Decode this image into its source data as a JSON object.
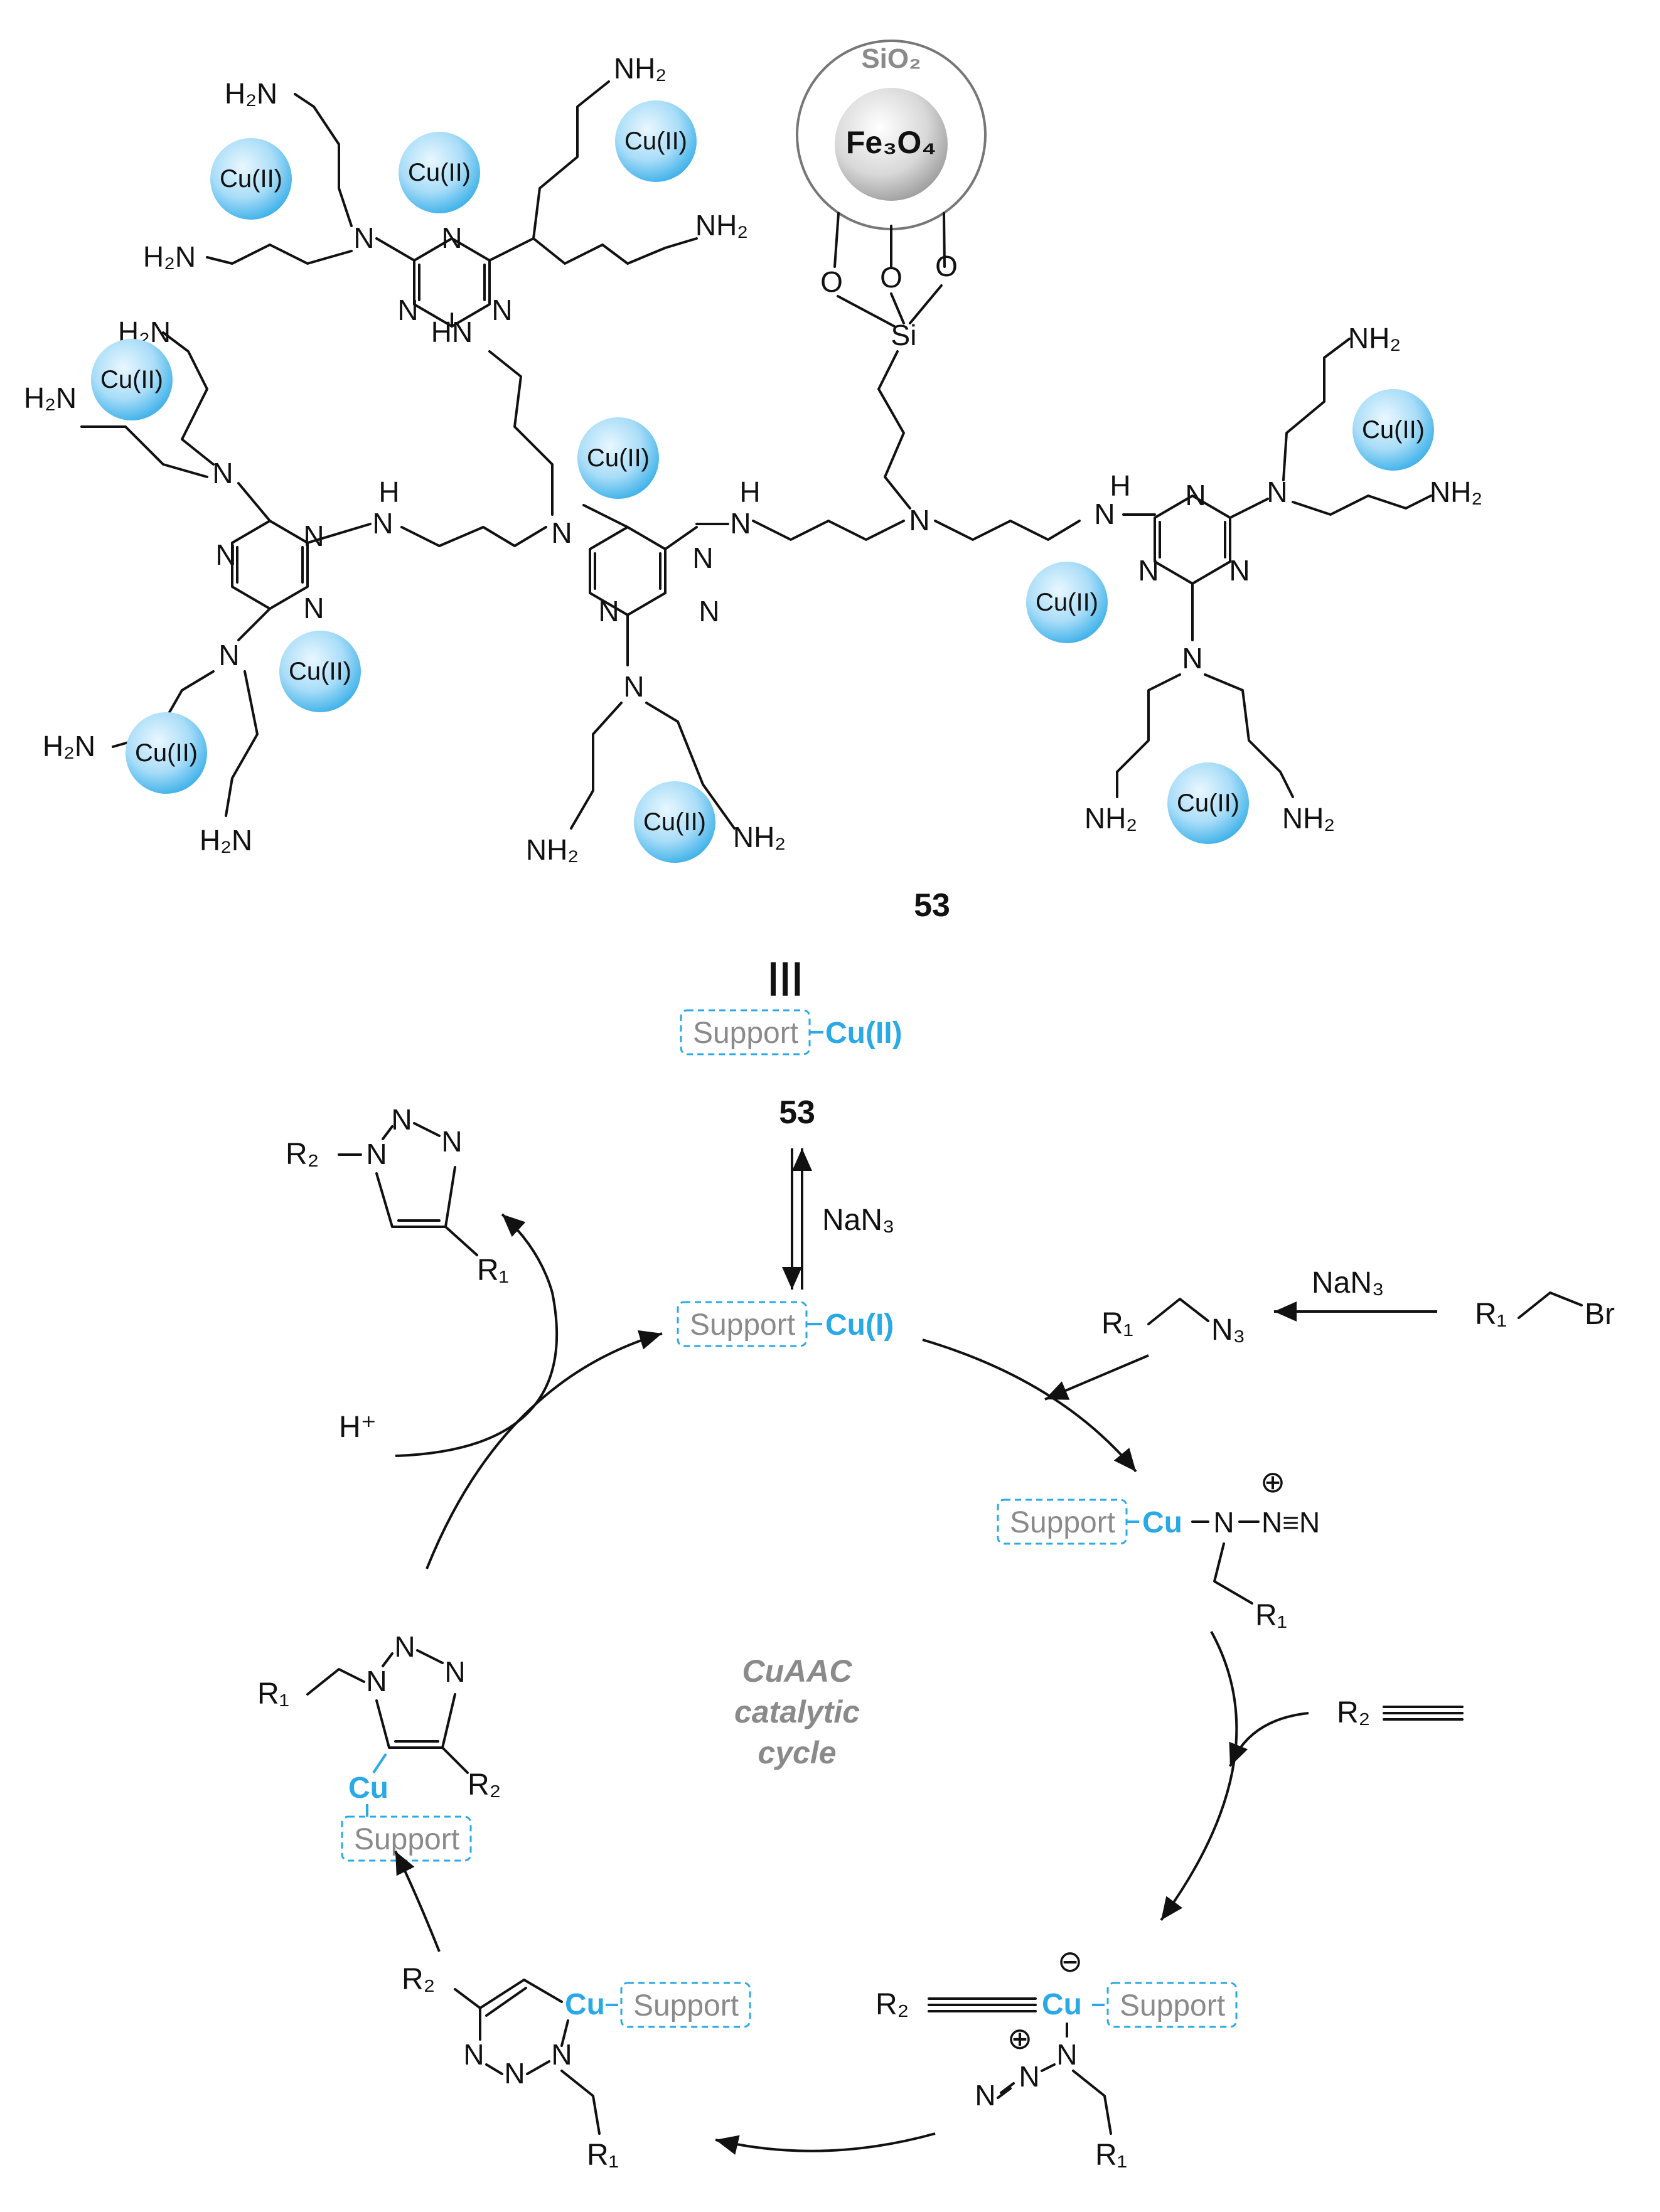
{
  "colors": {
    "copper": "#29a9e6",
    "support_text": "#8a8a8a",
    "bonds": "#111111"
  },
  "core": {
    "shell": "SiO₂",
    "core": "Fe₃O₄"
  },
  "atoms": {
    "n": "N",
    "nh": "NH",
    "h": "H",
    "hn": "HN",
    "o": "O",
    "si": "Si",
    "nh2": "NH₂",
    "h2n": "H₂N"
  },
  "cu_sphere_label": "Cu(II)",
  "compound_number": "53",
  "equivalence_symbol": "≡",
  "support_label": "Support",
  "cu2_label": "Cu(II)",
  "cu1_label": "Cu(I)",
  "cu_label": "Cu",
  "reagents": {
    "nan3": "NaN₃",
    "azide": "N₃",
    "br": "Br",
    "r1": "R₁",
    "r2": "R₂",
    "h_plus": "H⁺",
    "n_eq_n": "N≡N",
    "plus": "⊕",
    "minus": "⊖"
  },
  "cycle_title": [
    "CuAAC",
    "catalytic",
    "cycle"
  ]
}
